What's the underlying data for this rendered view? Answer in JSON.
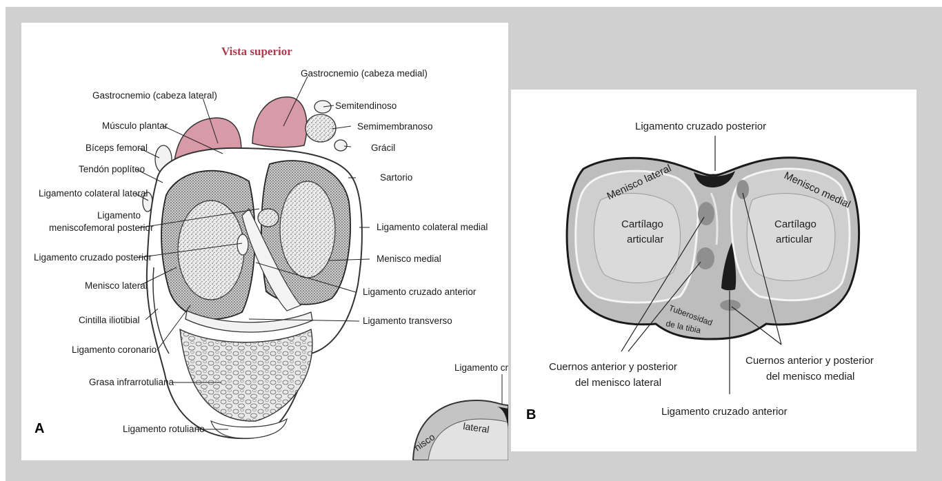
{
  "panel_a": {
    "title": "Vista superior",
    "letter": "A",
    "labels": {
      "gastrocnemio_medial": "Gastrocnemio (cabeza medial)",
      "gastrocnemio_lateral": "Gastrocnemio (cabeza lateral)",
      "semitendinoso": "Semitendinoso",
      "musculo_plantar": "Músculo plantar",
      "semimembranoso": "Semimembranoso",
      "biceps_femoral": "Bíceps femoral",
      "gracil": "Grácil",
      "tendon_popliteo": "Tendón poplíteo",
      "sartorio": "Sartorio",
      "ligamento_colateral_lateral": "Ligamento colateral lateral",
      "ligamento_meniscofemoral_1": "Ligamento",
      "ligamento_meniscofemoral_2": "meniscofemoral posterior",
      "ligamento_colateral_medial": "Ligamento colateral medial",
      "ligamento_cruzado_posterior": "Ligamento cruzado posterior",
      "menisco_medial": "Menisco medial",
      "menisco_lateral": "Menisco lateral",
      "ligamento_cruzado_anterior": "Ligamento cruzado anterior",
      "cintilla_iliotibial": "Cintilla iliotibial",
      "ligamento_transverso": "Ligamento transverso",
      "ligamento_coronario": "Ligamento coronario",
      "grasa_infrarrotuliana": "Grasa infrarrotuliana",
      "ligamento_rotuliano": "Ligamento rotuliano"
    },
    "inset_labels": {
      "cruzado_partial": "Ligamento cruz",
      "lateral_partial": "lateral",
      "menisco_partial": "nisco"
    }
  },
  "panel_b": {
    "letter": "B",
    "labels": {
      "ligamento_cruzado_posterior": "Ligamento cruzado posterior",
      "menisco_lateral": "Menisco lateral",
      "menisco_medial": "Menisco medial",
      "cartilago_1": "Cartílago",
      "articular_1": "articular",
      "cartilago_2": "Cartílago",
      "articular_2": "articular",
      "tuberosidad": "Tuberosidad",
      "de_la_tibia": "de la tibia",
      "cuernos_lateral_1": "Cuernos anterior y posterior",
      "cuernos_lateral_2": "del menisco lateral",
      "cuernos_medial_1": "Cuernos anterior y posterior",
      "cuernos_medial_2": "del menisco medial",
      "ligamento_cruzado_anterior": "Ligamento cruzado anterior"
    }
  },
  "colors": {
    "frame": "#d0d0d0",
    "muscle": "#d79aa6",
    "title": "#b03a4e",
    "tibia_fill": "#bdbdbd",
    "cartilage_fill": "#dadada",
    "meniscus_fill": "#cfcfcf",
    "ligament_dark": "#1c1c1c"
  }
}
